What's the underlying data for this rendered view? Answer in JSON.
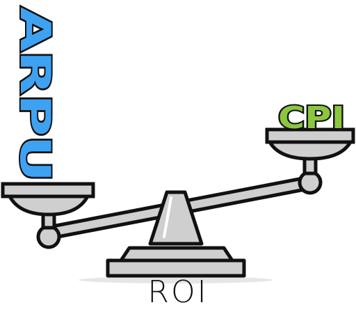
{
  "labels": {
    "left_pan": "ARPU",
    "right_pan": "CPI",
    "caption": "ROI"
  },
  "colors": {
    "arpu": "#3ea2f3",
    "cpi": "#8cc63f",
    "metal": "#cfcfcf",
    "metal_dark": "#a9a9a9",
    "outline": "#111111"
  }
}
